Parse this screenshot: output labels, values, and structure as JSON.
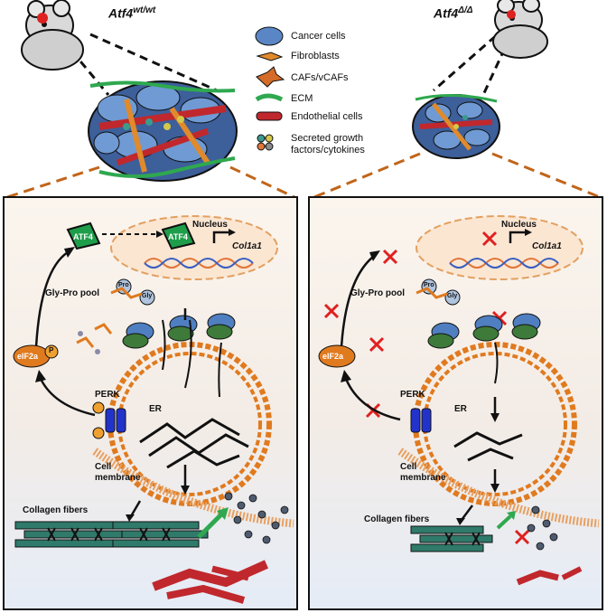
{
  "header": {
    "left_genotype": "Atf4",
    "left_genotype_sup": "wt/wt",
    "right_genotype": "Atf4",
    "right_genotype_sup": "Δ/Δ"
  },
  "legend": [
    {
      "label": "Cancer cells",
      "icon": "cancer-cell-icon",
      "color": "#4f7fc0"
    },
    {
      "label": "Fibroblasts",
      "icon": "fibroblast-icon",
      "color": "#e08a2c"
    },
    {
      "label": "CAFs/vCAFs",
      "icon": "caf-icon",
      "color": "#d56b28"
    },
    {
      "label": "ECM",
      "icon": "ecm-icon",
      "color": "#2fa84f"
    },
    {
      "label": "Endothelial cells",
      "icon": "endothelial-cell-icon",
      "color": "#c0282d"
    },
    {
      "label": "Secreted growth factors/cytokines",
      "icon": "growth-factor-icon",
      "color": "#3a9b8e"
    }
  ],
  "left_panel": {
    "atf4_cyto": "ATF4",
    "atf4_nuc": "ATF4",
    "nucleus": "Nucleus",
    "gene": "Col1a1",
    "glypro": "Gly-Pro pool",
    "pro": "Pro",
    "gly": "Gly",
    "eif2a": "eIF2a",
    "p": "P",
    "perk": "PERK",
    "er": "ER",
    "membrane": "Cell membrane",
    "fibers": "Collagen fibers"
  },
  "right_panel": {
    "nucleus": "Nucleus",
    "gene": "Col1a1",
    "glypro": "Gly-Pro pool",
    "pro": "Pro",
    "gly": "Gly",
    "eif2a": "eIF2a",
    "perk": "PERK",
    "er": "ER",
    "membrane": "Cell membrane",
    "fibers": "Collagen fibers"
  },
  "colors": {
    "atf4": "#1e9e4a",
    "orange": "#e07a1f",
    "perk": "#2233cc",
    "dna1": "#e0763a",
    "dna2": "#3a5fc0",
    "inhibit": "#e02020"
  }
}
